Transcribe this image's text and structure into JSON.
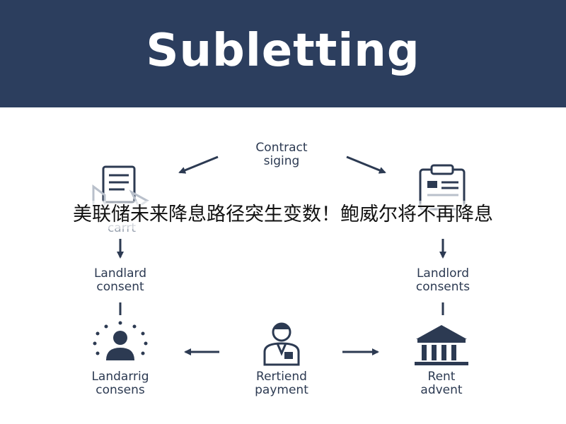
{
  "header": {
    "title": "Subletting"
  },
  "nodes": {
    "contract": {
      "line1": "Contract",
      "line2": "siging"
    },
    "left_doc": {
      "caption": "carrt"
    },
    "landlord_left": {
      "line1": "Landlard",
      "line2": "consent"
    },
    "landlord_right": {
      "line1": "Landlord",
      "line2": "consents"
    },
    "bottom_left": {
      "line1": "Landarrig",
      "line2": "consens"
    },
    "bottom_center": {
      "line1": "Rertiend",
      "line2": "payment"
    },
    "bottom_right": {
      "line1": "Rent",
      "line2": "advent"
    }
  },
  "overlay": {
    "text": "美联储未来降息路径突生变数！鲍威尔将不再降息"
  },
  "colors": {
    "header_bg": "#2c3e5e",
    "ink": "#2c3a52",
    "muted": "#b9c0cb"
  }
}
